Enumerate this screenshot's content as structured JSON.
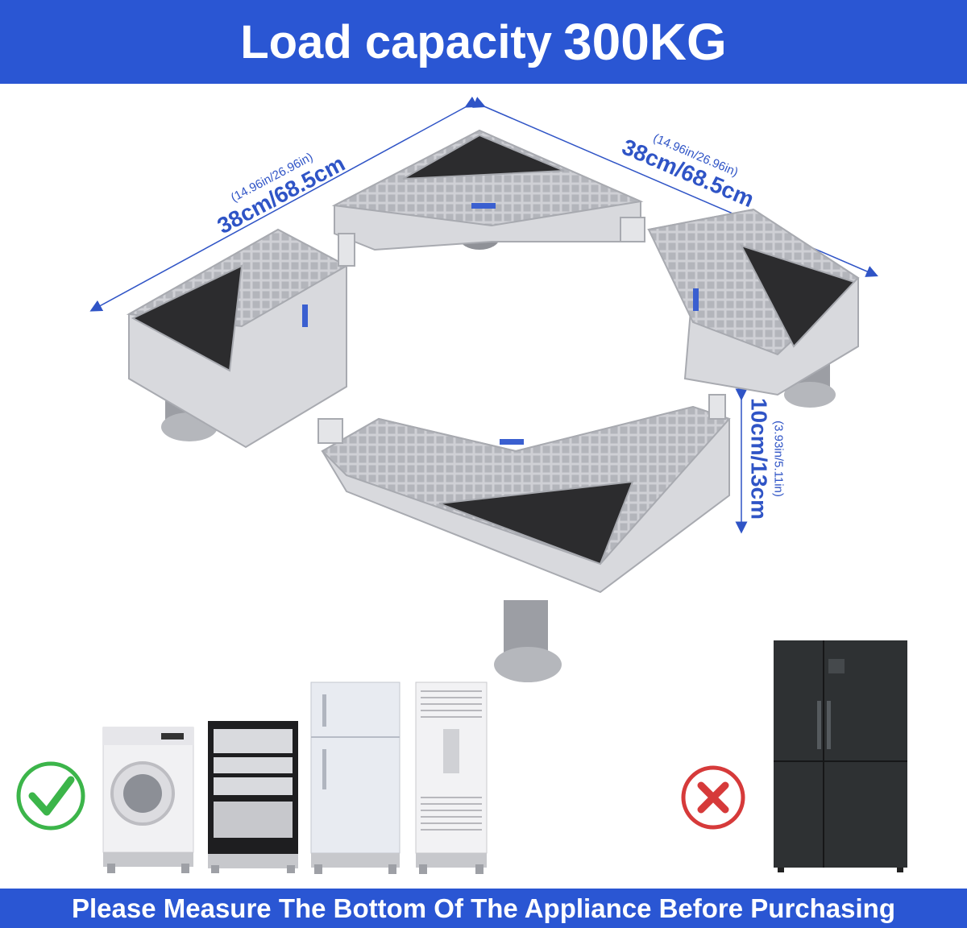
{
  "top_banner": {
    "title_prefix": "Load capacity",
    "title_value": "300KG"
  },
  "dimensions": {
    "left_width": {
      "imperial": "(14.96in/26.96in)",
      "metric": "38cm/68.5cm"
    },
    "right_width": {
      "imperial": "(14.96in/26.96in)",
      "metric": "38cm/68.5cm"
    },
    "height": {
      "imperial": "(3.93in/5.11in)",
      "metric": "10cm/13cm"
    }
  },
  "suitable_icon": "check-icon",
  "unsuitable_icon": "cross-icon",
  "appliances_ok": [
    "washing-machine",
    "dish-cabinet",
    "refrigerator",
    "air-conditioner"
  ],
  "appliances_not_ok": [
    "french-door-refrigerator"
  ],
  "bottom_banner": {
    "text": "Please Measure The Bottom Of The Appliance Before Purchasing"
  },
  "colors": {
    "banner_blue": "#2a56d3",
    "dimension_blue": "#2f54c6",
    "check_green": "#3cb54a",
    "cross_red": "#d63a3a",
    "stand_gray": "#d4d5d9"
  }
}
